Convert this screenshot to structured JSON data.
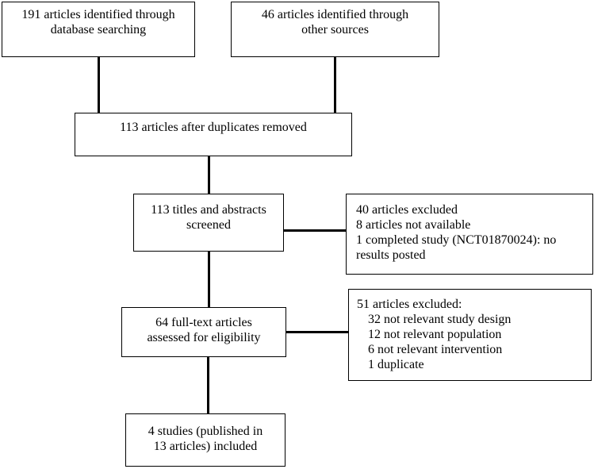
{
  "boxes": {
    "db_search": {
      "lines": [
        "191 articles identified through",
        "database searching"
      ]
    },
    "other_sources": {
      "lines": [
        "46 articles identified through",
        "other sources"
      ]
    },
    "duplicates_removed": {
      "lines": [
        "113 articles after duplicates removed"
      ]
    },
    "screened": {
      "lines": [
        "113 titles and abstracts",
        "screened"
      ]
    },
    "excluded_screening": {
      "lines": [
        "40 articles excluded",
        "8 articles not available",
        "1 completed study (NCT01870024): no",
        "results posted"
      ]
    },
    "full_text": {
      "lines": [
        "64 full-text articles",
        "assessed for eligibility"
      ]
    },
    "excluded_full_text": {
      "title": "51 articles excluded:",
      "items": [
        "32 not relevant study design",
        "12 not relevant population",
        "6 not relevant intervention",
        "1 duplicate"
      ]
    },
    "included": {
      "lines": [
        "4 studies (published in",
        "13 articles) included"
      ]
    }
  }
}
